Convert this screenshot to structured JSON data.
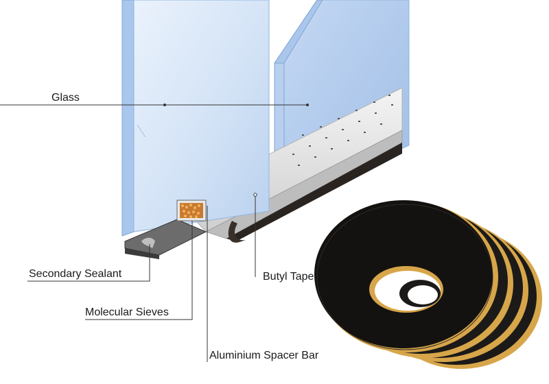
{
  "labels": {
    "glass": "Glass",
    "secondary_sealant": "Secondary Sealant",
    "molecular_sieves": "Molecular Sieves",
    "butyl_tape": "Butyl Tape",
    "aluminium_spacer_bar": "Aluminium Spacer Bar"
  },
  "colors": {
    "glass": "#c9dbf2",
    "glass_edge": "#8fb4df",
    "spacer": "#e4e4e4",
    "sealant": "#4a4a4a",
    "desiccant": "#d98a3a",
    "tape_black": "#1c1a18",
    "tape_yellow": "#d7a64a",
    "leader": "#333333"
  }
}
